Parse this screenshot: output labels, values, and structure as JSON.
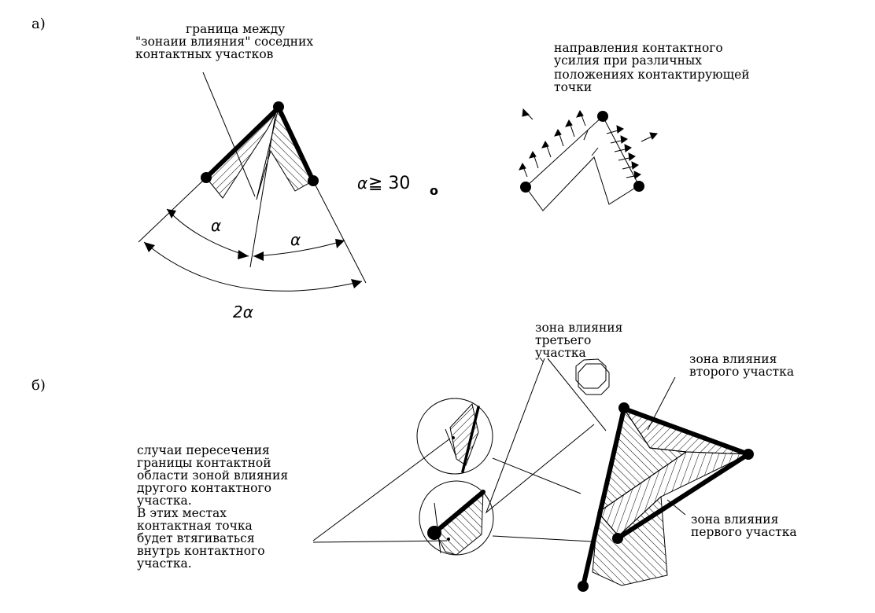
{
  "part_a": {
    "label": "а)",
    "boundary_note": [
      "граница между",
      "\"зонаии влияния\" соседних",
      "контактных участков"
    ],
    "force_note": [
      "направления контактного",
      "усилия при различных",
      "положениях контактирующей",
      "точки"
    ],
    "condition": {
      "alpha": "α",
      "relation": " ≧ 30",
      "sub": "o"
    },
    "angle_alpha": "α",
    "angle_2alpha": "2α"
  },
  "part_b": {
    "label": "б)",
    "zone_third": [
      "зона влияния",
      "третьего",
      "участка"
    ],
    "zone_second": [
      "зона влияния",
      "второго участка"
    ],
    "zone_first": [
      "зона влияния",
      "первого участка"
    ],
    "crossing_note": [
      "случаи пересечения",
      "границы  контактной",
      "области зоной влияния",
      "другого контактного",
      "участка.",
      "В этих местах",
      "контактная точка",
      "будет втягиваться",
      "внутрь контактного",
      "участка."
    ]
  }
}
